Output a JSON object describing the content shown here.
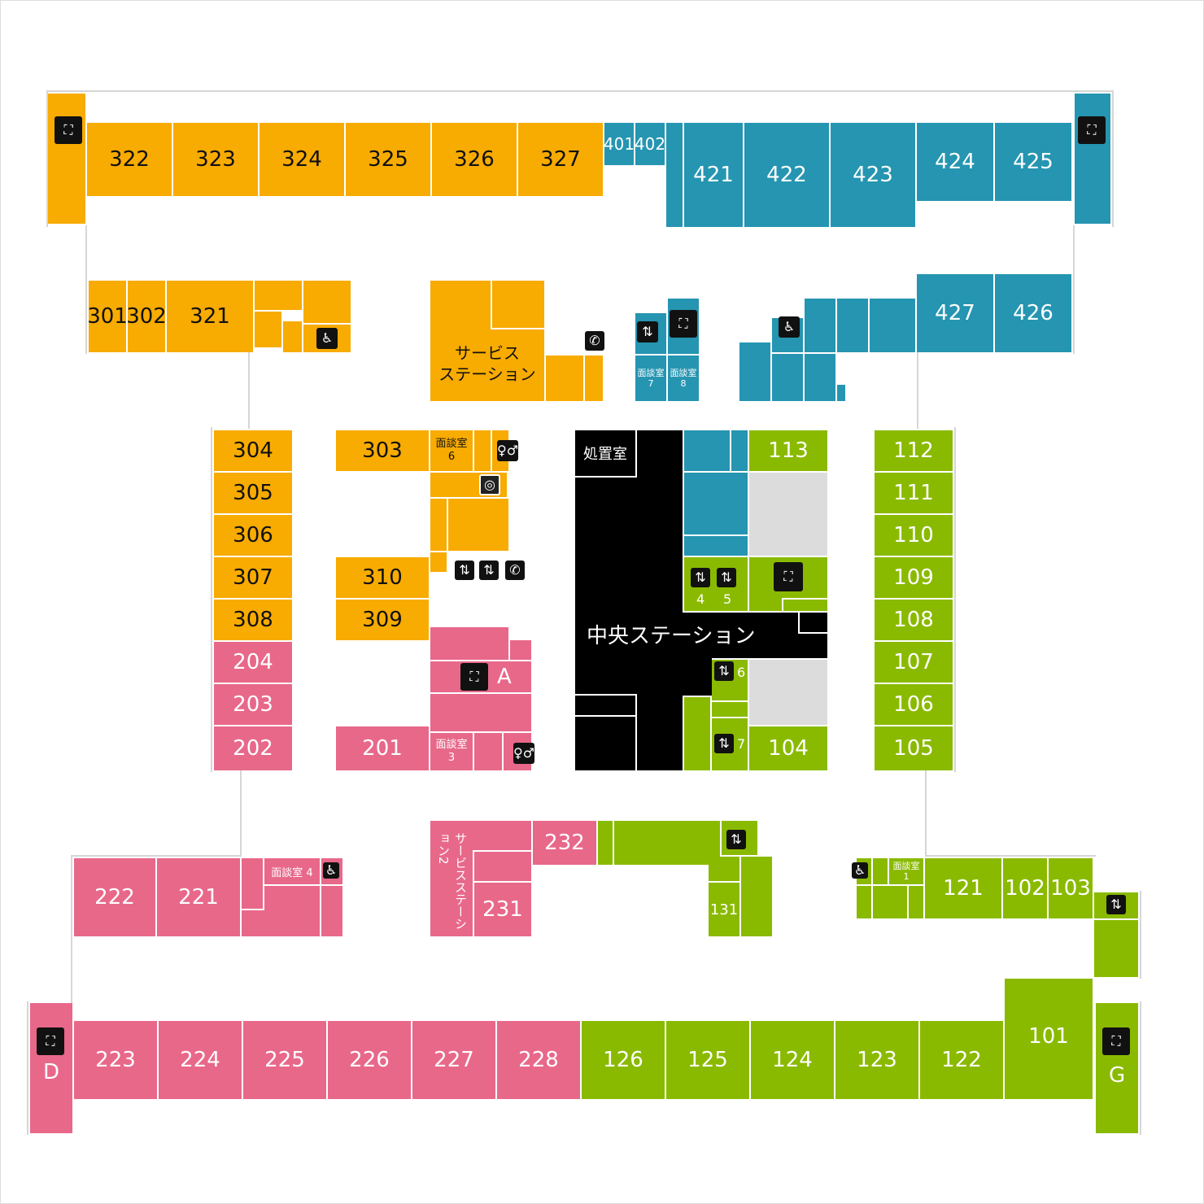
{
  "rooms": {
    "r322": "322",
    "r323": "323",
    "r324": "324",
    "r325": "325",
    "r326": "326",
    "r327": "327",
    "r401": "401",
    "r402": "402",
    "r421": "421",
    "r422": "422",
    "r423": "423",
    "r424": "424",
    "r425": "425",
    "r301": "301",
    "r302": "302",
    "r321": "321",
    "r427": "427",
    "r426": "426",
    "r304": "304",
    "r305": "305",
    "r306": "306",
    "r307": "307",
    "r308": "308",
    "r204": "204",
    "r203": "203",
    "r202": "202",
    "r303": "303",
    "r310": "310",
    "r309": "309",
    "r201": "201",
    "r113": "113",
    "r104": "104",
    "r112": "112",
    "r111": "111",
    "r110": "110",
    "r109": "109",
    "r108": "108",
    "r107": "107",
    "r106": "106",
    "r105": "105",
    "r232": "232",
    "r231": "231",
    "r131": "131",
    "r222": "222",
    "r221": "221",
    "r121": "121",
    "r102": "102",
    "r103": "103",
    "r223": "223",
    "r224": "224",
    "r225": "225",
    "r226": "226",
    "r227": "227",
    "r228": "228",
    "r126": "126",
    "r125": "125",
    "r124": "124",
    "r123": "123",
    "r122": "122",
    "r101": "101"
  },
  "labels": {
    "service_station": "サービス\nステーション",
    "service_station_2": "サービスステーション2",
    "central_station": "中央ステーション",
    "treatment_room": "処置室",
    "consult_1_a": "面談室",
    "consult_1_b": "1",
    "consult_3_a": "面談室",
    "consult_3_b": "3",
    "consult_4": "面談室 4",
    "consult_6_a": "面談室",
    "consult_6_b": "6",
    "consult_7_a": "面談室",
    "consult_7_b": "7",
    "consult_8_a": "面談室",
    "consult_8_b": "8",
    "stair_a": "A",
    "stair_d": "D",
    "stair_g": "G",
    "elev_4": "4",
    "elev_5": "5",
    "elev_6": "6",
    "elev_7": "7"
  },
  "icons": {
    "stairs": "stairs-icon",
    "elevator": "elevator-icon",
    "toilet": "restroom-icon",
    "phone": "phone-icon",
    "accessible": "accessible-icon",
    "laundry": "laundry-icon"
  },
  "colors": {
    "ward3": "#f8ab00",
    "ward4": "#2595b1",
    "ward1": "#8aba00",
    "ward2": "#e8688a",
    "station": "#000000",
    "unused": "#dcdcdc"
  }
}
